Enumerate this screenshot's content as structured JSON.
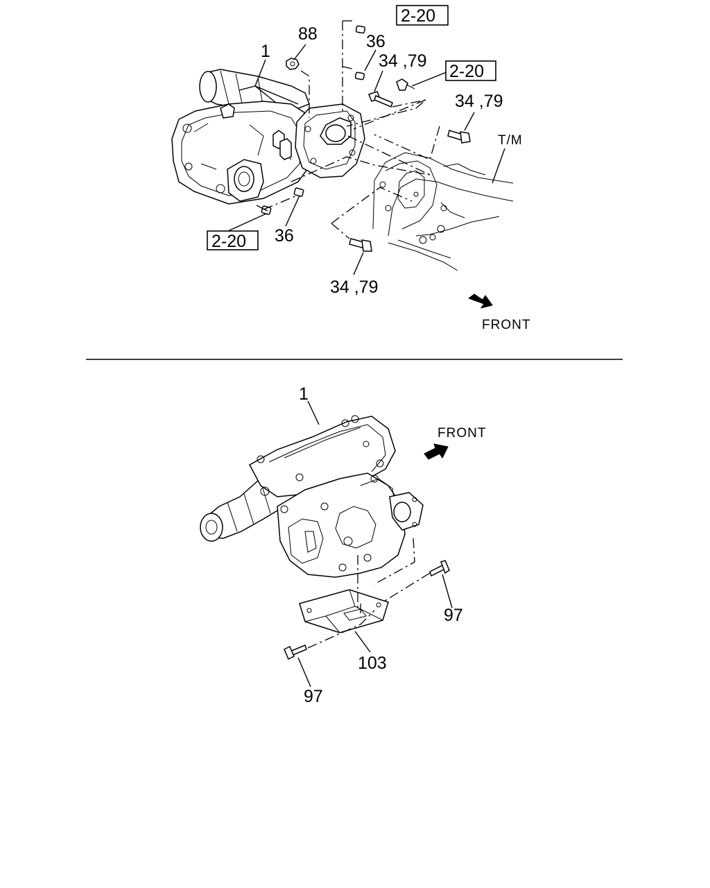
{
  "top_view": {
    "callouts": {
      "part_1": "1",
      "part_88": "88",
      "part_36_a": "36",
      "part_36_b": "36",
      "part_34_79_a": "34 ,79",
      "part_34_79_b": "34 ,79",
      "part_34_79_c": "34 ,79",
      "transmission": "T/M"
    },
    "ref_boxes": {
      "ref_a": "2-20",
      "ref_b": "2-20",
      "ref_c": "2-20"
    },
    "direction": "FRONT"
  },
  "bottom_view": {
    "callouts": {
      "part_1": "1",
      "part_97_a": "97",
      "part_97_b": "97",
      "part_103": "103"
    },
    "direction": "FRONT"
  }
}
